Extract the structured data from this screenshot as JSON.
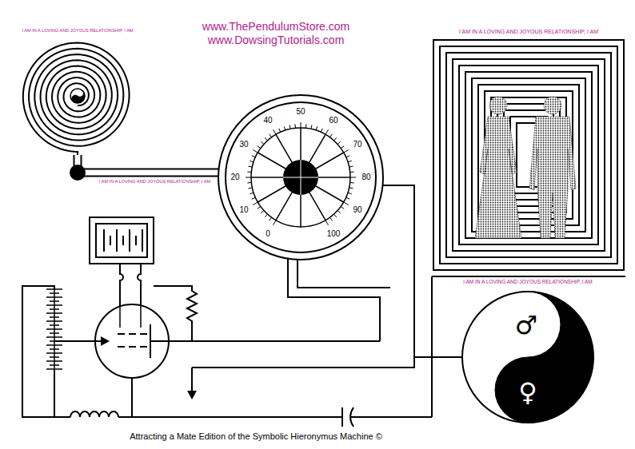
{
  "diagram": {
    "caption": "Attracting a Mate Edition of the Symbolic Hieronymus Machine ©",
    "nodes": [
      {
        "text": [
          "I AM IN A LOVING AND JOYOUS RELATIONSHIP, I AM"
        ]
      },
      {
        "text": [
          "0",
          "10",
          "20",
          "30",
          "40",
          "50",
          "60",
          "70",
          "80",
          "90",
          "100"
        ]
      },
      {
        "text": [
          "I AM IN A LOVING AND JOYOUS RELATIONSHIP, I AM"
        ]
      },
      {
        "text": [
          "I AM IN A LOVING AND JOYOUS RELATIONSHIP, I AM",
          "♂",
          "♀"
        ]
      }
    ],
    "edges": [
      {
        "from": 0,
        "to": 1,
        "arrow": "none"
      },
      {
        "from": 1,
        "to": 3,
        "arrow": "none"
      }
    ],
    "labels": [
      "www.ThePendulumStore.com",
      "www.DowsingTutorials.com",
      "I AM IN A LOVING AND JOYOUS RELATIONSHIP, I AM"
    ]
  }
}
